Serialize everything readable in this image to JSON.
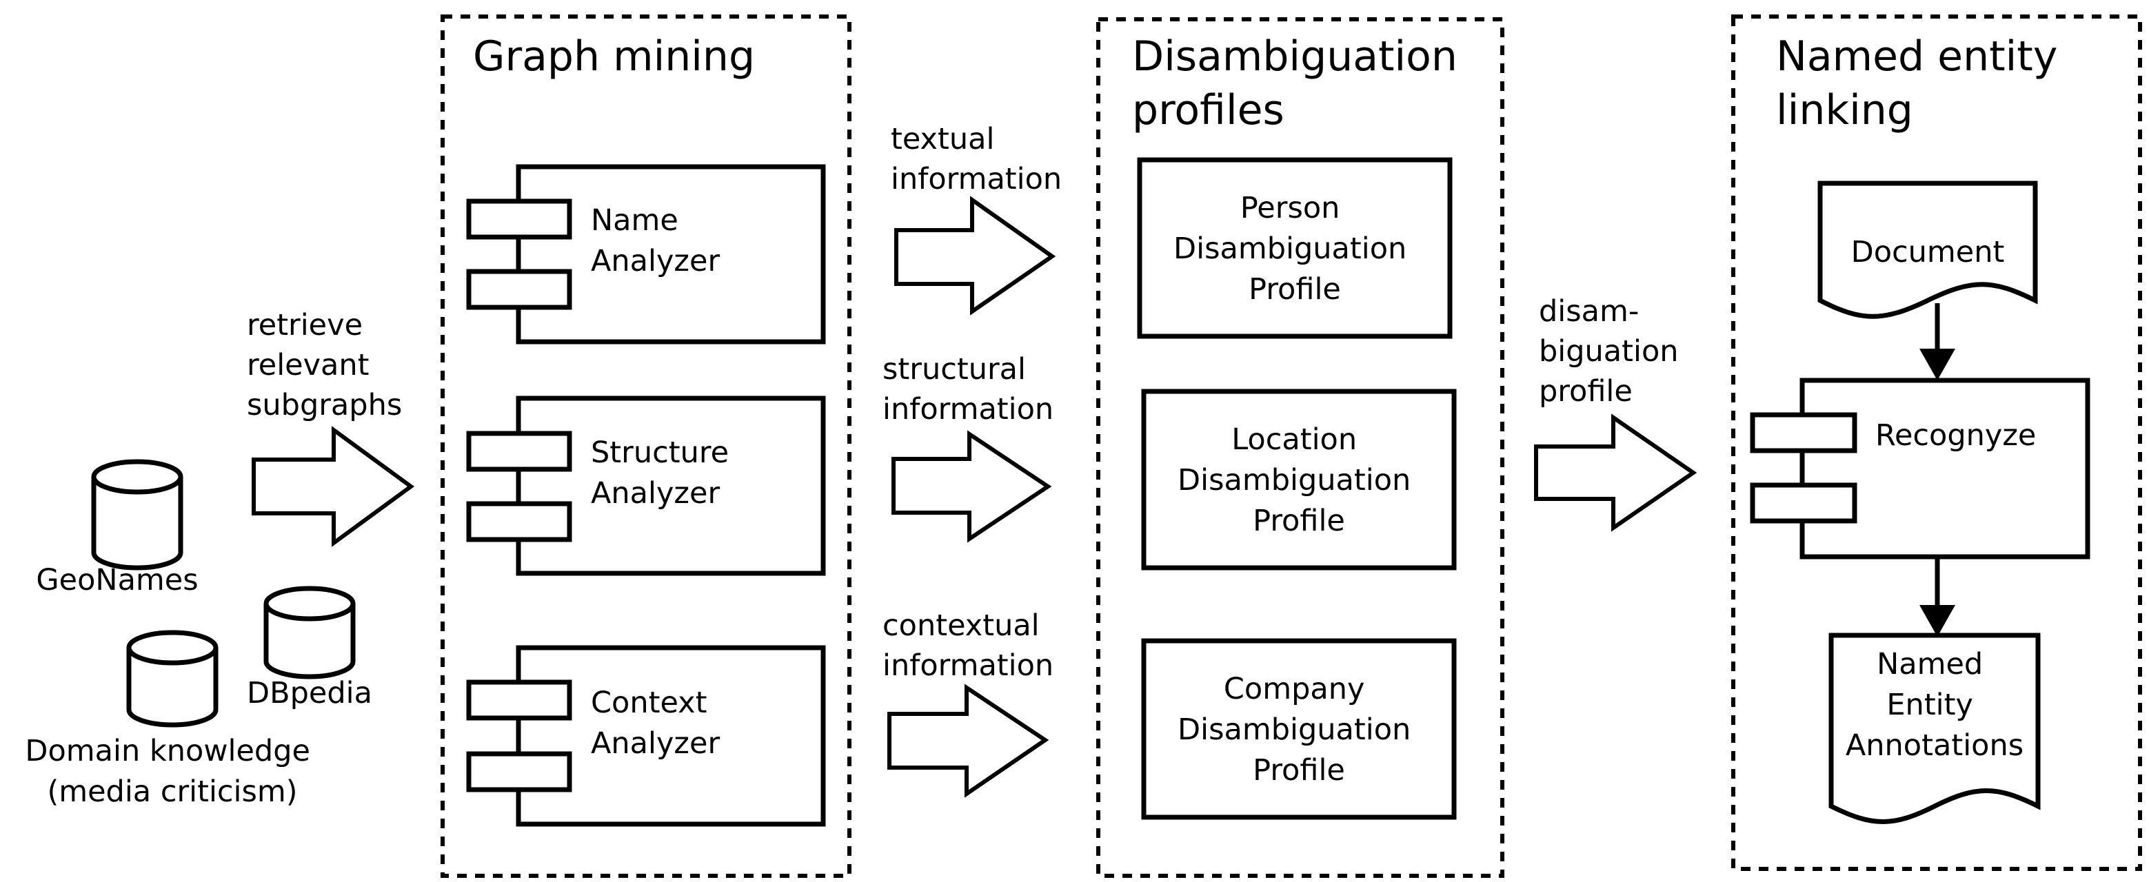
{
  "sources": {
    "retrieve_label": [
      "retrieve",
      "relevant",
      "subgraphs"
    ],
    "geonames": "GeoNames",
    "dbpedia": "DBpedia",
    "domain": [
      "Domain knowledge",
      "(media criticism)"
    ]
  },
  "graph_mining": {
    "title": "Graph mining",
    "name_analyzer": [
      "Name",
      "Analyzer"
    ],
    "structure_analyzer": [
      "Structure",
      "Analyzer"
    ],
    "context_analyzer": [
      "Context",
      "Analyzer"
    ]
  },
  "flows": {
    "textual": [
      "textual",
      "information"
    ],
    "structural": [
      "structural",
      "information"
    ],
    "contextual": [
      "contextual",
      "information"
    ],
    "profile": [
      "disam-",
      "biguation",
      "profile"
    ]
  },
  "profiles": {
    "title": [
      "Disambiguation",
      "profiles"
    ],
    "person": [
      "Person",
      "Disambiguation",
      "Profile"
    ],
    "location": [
      "Location",
      "Disambiguation",
      "Profile"
    ],
    "company": [
      "Company",
      "Disambiguation",
      "Profile"
    ]
  },
  "linking": {
    "title": [
      "Named entity",
      "linking"
    ],
    "document": "Document",
    "recognize": "Recognyze",
    "annotations": [
      "Named",
      "Entity",
      "Annotations"
    ]
  }
}
